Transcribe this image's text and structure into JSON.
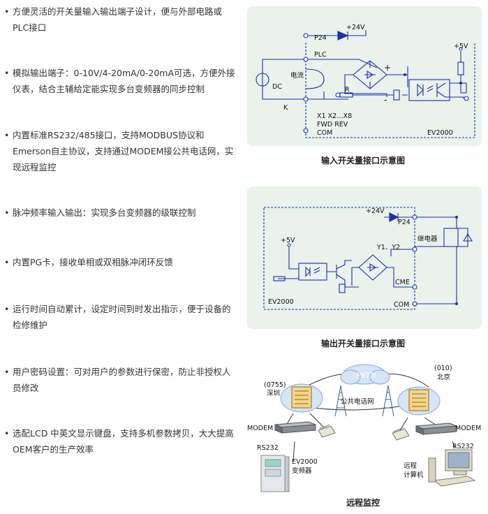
{
  "features": [
    "方便灵活的开关量输入输出端子设计，便与外部电路或PLC接口",
    "模拟输出端子：0-10V/4-20mA/0-20mA可选，方便外接仪表，结合主辅给定能实现多台变频器的同步控制",
    "内置标准RS232/485接口，支持MODBUS协议和Emerson自主协议，支持通过MODEM接公共电话网，实现远程监控",
    "脉冲频率输入输出：实现多台变频器的级联控制",
    "内置PG卡，接收单相或双相脉冲闭环反馈",
    "运行时间自动累计，设定时间到时发出指示，便于设备的检修维护",
    "用户密码设置：可对用户的参数进行保密，防止非授权人员修改",
    "选配LCD 中英文显示键盘，支持多机参数拷贝，大大提高 OEM客户的生产效率"
  ],
  "bullet": "•",
  "input_diagram": {
    "caption": "输入开关量接口示意图",
    "plus24v": "+24V",
    "p24": "P24",
    "plc": "PLC",
    "plus5v": "+5V",
    "current": "电流",
    "dc": "DC",
    "k": "K",
    "r": "R",
    "plus": "+",
    "minus": "-",
    "x_terminals": "X1 X2…X8",
    "fwd_rev": "FWD REV",
    "com": "COM",
    "model": "EV2000"
  },
  "output_diagram": {
    "caption": "输出开关量接口示意图",
    "plus24v": "+24V",
    "p24": "P24",
    "plus5v": "+5V",
    "relay": "继电器",
    "y_terminals": "Y1、Y2",
    "cme": "CME",
    "com": "COM",
    "model": "EV2000"
  },
  "remote": {
    "caption": "远程监控",
    "pstn": "PSTN",
    "shenzhen_code": "(0755)",
    "shenzhen": "深圳",
    "beijing_code": "(010)",
    "beijing": "北京",
    "network": "公共电话网",
    "modem_left": "MODEM",
    "modem_right": "MODEM",
    "rs232_left": "RS232",
    "rs232_right": "RS232",
    "ev2000": "EV2000",
    "inverter": "变频器",
    "remote": "远程",
    "computer": "计算机"
  }
}
